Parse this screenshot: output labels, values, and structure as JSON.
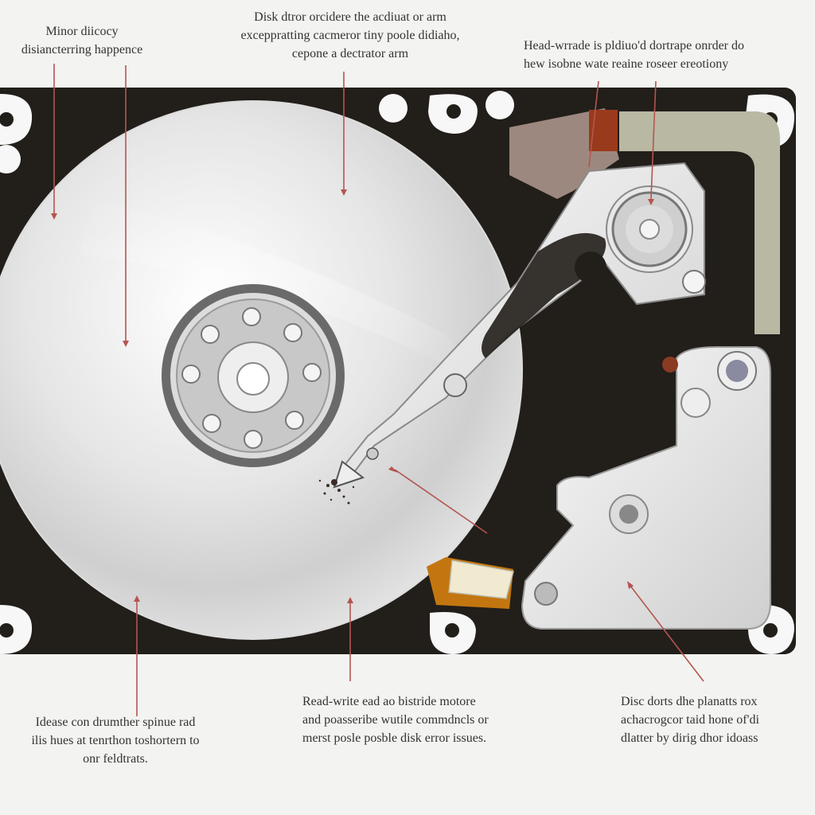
{
  "colors": {
    "background": "#f3f3f1",
    "case": "#221e1a",
    "platter_light": "#f2f2f2",
    "platter_shadow": "#b8b8b8",
    "leader_lines": "#b5554f",
    "actuator_brown": "#9d8880",
    "flex_cable_tan": "#b9b8a3",
    "connector_amber": "#c3760f"
  },
  "icons": [
    "spindle-hub",
    "actuator-pivot",
    "read-write-head",
    "mounting-hole"
  ],
  "labels": {
    "top_left": {
      "lines": [
        "Minor diicocy",
        "disiancterring happence"
      ]
    },
    "top_center": {
      "lines": [
        "Disk dtror orcidere the acdiuat or arm",
        "exceppratting cacmeror tiny poole didiaho,",
        "cepone a dectrator arm"
      ]
    },
    "top_right": {
      "lines": [
        "Head-wrrade is pldiuo'd dortrape onrder do",
        "hew isobne wate reaine roseer ereotiony"
      ]
    },
    "bottom_left": {
      "lines": [
        "Idease con drumther spinue rad",
        "ilis hues at tenrthon toshortern to",
        "onr feldtrats."
      ]
    },
    "bottom_center": {
      "lines": [
        "Read-write ead ao bistride motore",
        "and poasseribe wutile commdncls or",
        "merst posle posble disk error issues."
      ]
    },
    "bottom_right": {
      "lines": [
        "Disc dorts dhe planatts rox",
        "achacrogcor taid hone of'di",
        "dlatter by dirig dhor idoass"
      ]
    }
  }
}
